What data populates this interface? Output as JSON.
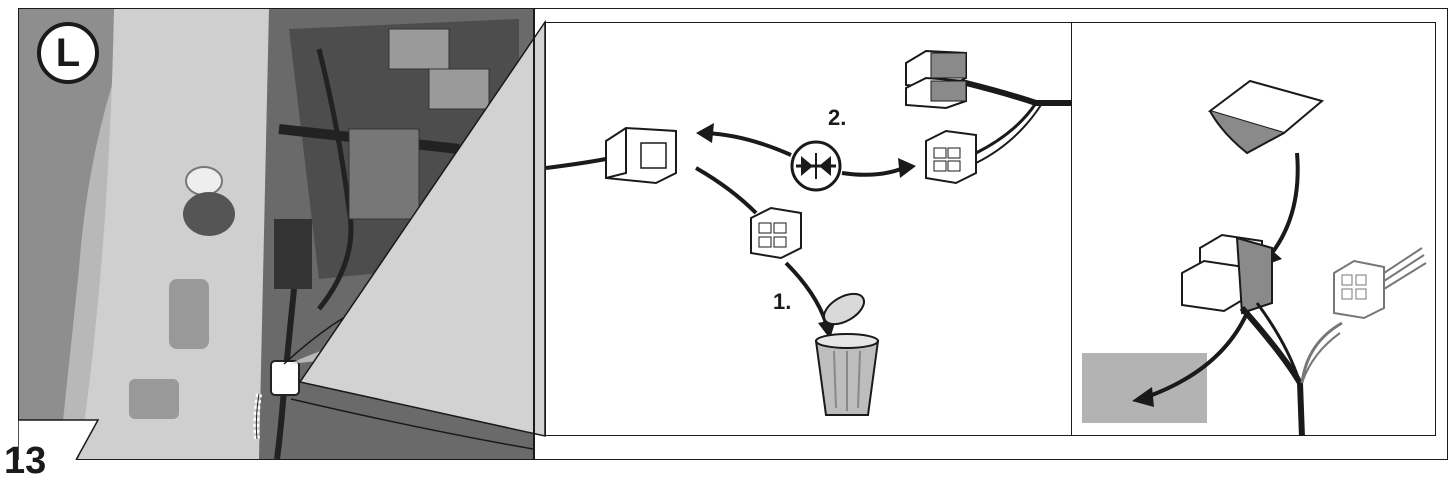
{
  "step": {
    "number": "13",
    "side_badge": "L"
  },
  "diagram": {
    "step1_label": "1.",
    "step2_label": "2."
  },
  "colors": {
    "line": "#1a1a1a",
    "photo_background": "#b8b8b8",
    "highlight_box": "#b3b3b3"
  },
  "icons": [
    "disconnect-symbol-icon",
    "trash-can-icon",
    "adhesive-pad-icon",
    "connector-icon"
  ]
}
